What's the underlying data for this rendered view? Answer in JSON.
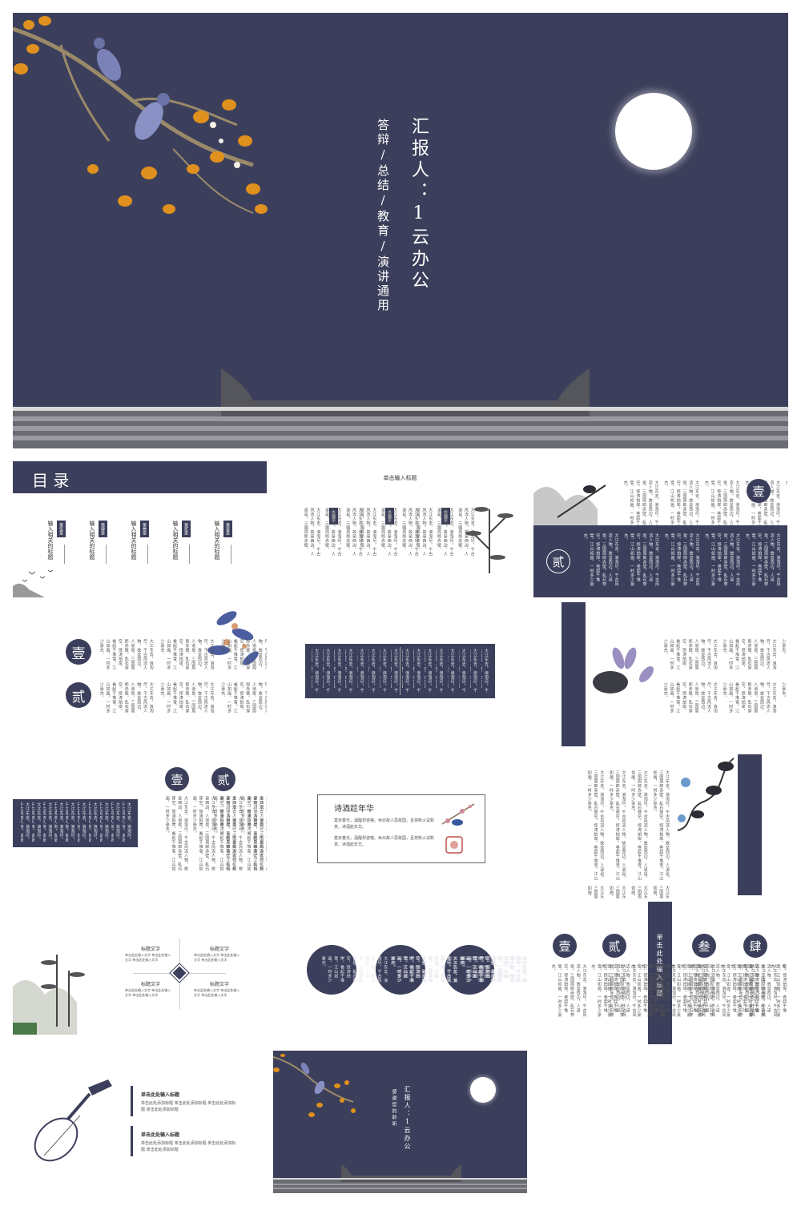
{
  "cover": {
    "reporter": "汇报人：1云办公",
    "subtitle": "答辩/总结/教育/演讲通用"
  },
  "toc": {
    "title": "目 录",
    "items": [
      {
        "chapter": "第壹章",
        "text": "输入相关的标题"
      },
      {
        "chapter": "第贰章",
        "text": "输入相关的标题"
      },
      {
        "chapter": "第叁章",
        "text": "输入相关的标题"
      },
      {
        "chapter": "第肆章",
        "text": "输入相关的标题"
      },
      {
        "chapter": "第伍章",
        "text": "输入相关的标题"
      }
    ]
  },
  "slide3": {
    "header": "单击输入标题",
    "tags": [
      "关键字",
      "关键字",
      "关键字"
    ],
    "poem": "大江东去，浪淘尽，千古风流人物。故垒西边，人道是，三国周郎赤壁。"
  },
  "numerals": {
    "one": "壹",
    "two": "贰",
    "three": "叁",
    "four": "肆"
  },
  "poem_text": "大江东去，浪淘尽，千古风流人物。故垒西边，人道是，三国周郎赤壁。乱石穿空，惊涛拍岸，卷起千堆雪。江山如画，一时多少豪杰。",
  "slide10": {
    "title": "诗酒趁年华",
    "p1": "莫负春光，酒醒却咨嗟。休对故人思故国，且将新火试新茶。诗酒趁年华。",
    "p2": "莫负春光，酒醒却咨嗟。休对故人思故国，且将新火试新茶。诗酒趁年华。"
  },
  "slide12": {
    "labels": [
      "标题文字",
      "标题文字",
      "标题文字",
      "标题文字"
    ],
    "desc": "单击此处输入文字 单击此处输入文字 单击此处输入文字"
  },
  "slide14": {
    "center_title": "单击此处输入标题"
  },
  "slide15": {
    "headers": [
      "单击此处输入标题",
      "单击此处输入标题"
    ],
    "line": "单击此处添加标题 单击此处添加标题 单击此处添加标题 单击此处添加标题"
  },
  "ending": {
    "reporter": "汇报人：1云办公",
    "thanks": "感谢您的聆听"
  },
  "colors": {
    "navy": "#3c3f5b",
    "moon": "#ffffff",
    "accent_orange": "#e0901e"
  }
}
